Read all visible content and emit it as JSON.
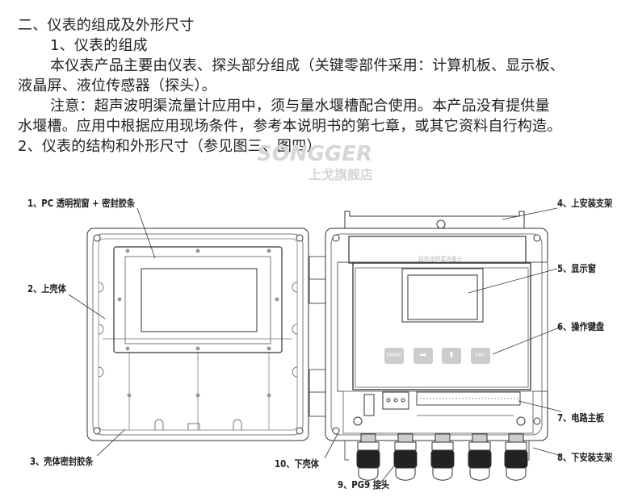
{
  "text": {
    "heading": "二、仪表的组成及外形尺寸",
    "sub1": "1、仪表的组成",
    "para1_a": "本仪表产品主要由仪表、探头部分组成（关键零部件采用：计算机板、显示板、",
    "para1_b": "液晶屏、液位传感器（探头）。",
    "note_a": "注意：超声波明渠流量计应用中，须与量水堰槽配合使用。本产品没有提供量",
    "note_b": "水堰槽。应用中根据应用现场条件，参考本说明书的第七章，或其它资料自行构造。",
    "sub2": "2、仪表的结构和外形尺寸（参见图三、图四）"
  },
  "watermark": {
    "brand": "SONGGER",
    "shop": "上戈旗舰店"
  },
  "diagram": {
    "panel_title": "超声波明渠流量计",
    "buttons": [
      "MENU",
      "➡",
      "⬆",
      "ENT"
    ],
    "labels": {
      "l1": "1、PC 透明视窗 + 密封胶条",
      "l2": "2、上壳体",
      "l3": "3、壳体密封胶条",
      "l4": "4、上安装支架",
      "l5": "5、显示窗",
      "l6": "6、操作键盘",
      "l7": "7、电路主板",
      "l8": "8、下安装支架",
      "l9": "9、PG9 接头",
      "l10": "10、下壳体"
    }
  }
}
